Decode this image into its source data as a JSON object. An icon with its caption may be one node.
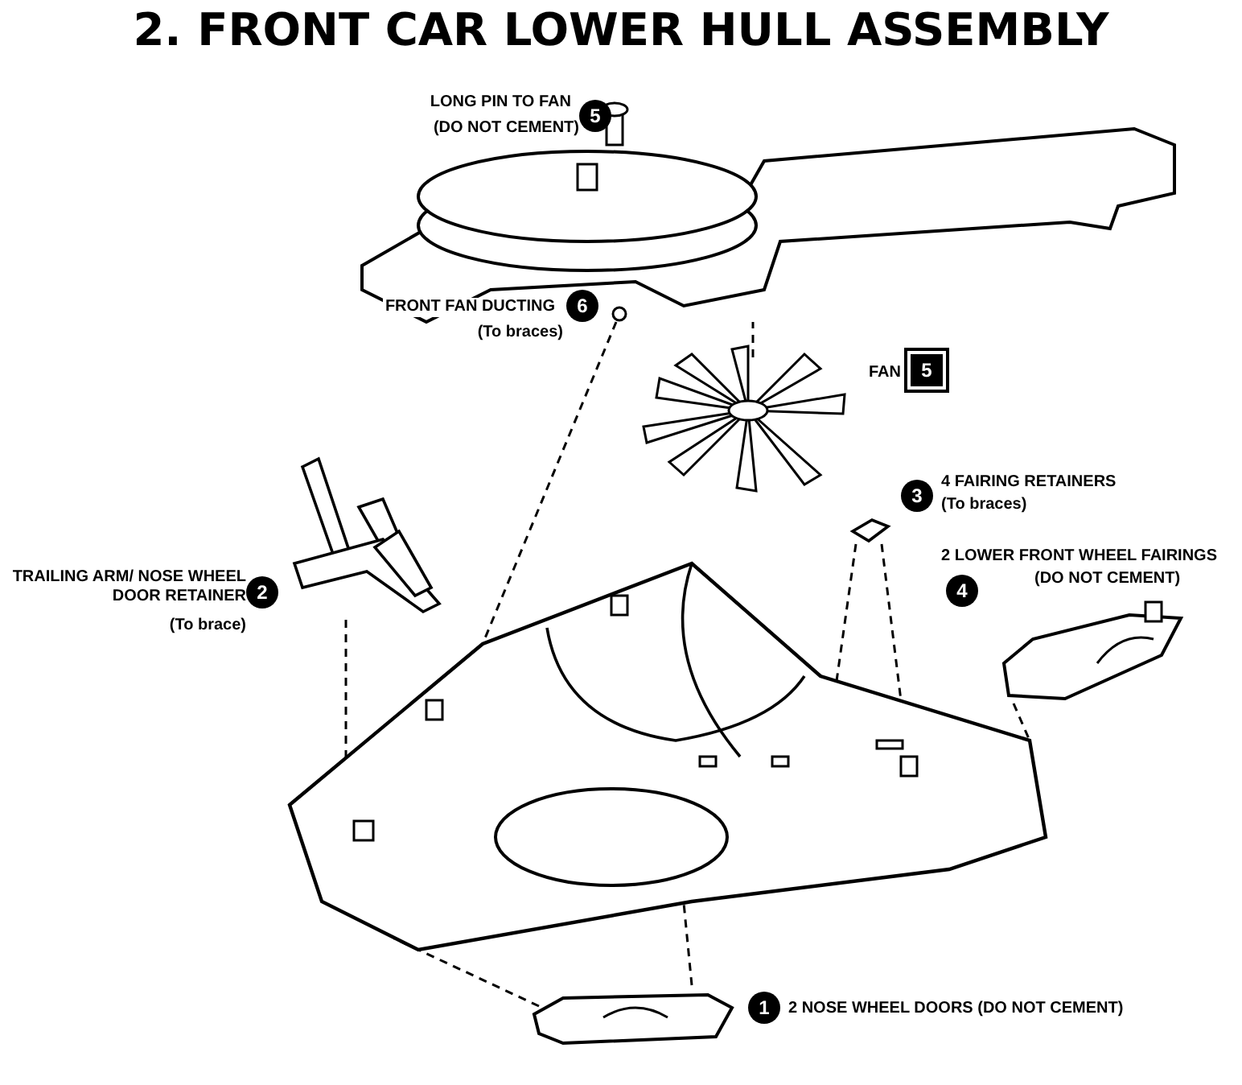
{
  "diagram": {
    "title": "2. FRONT CAR LOWER HULL ASSEMBLY",
    "nodes": [
      {
        "text": [],
        "shape": "cylinder"
      },
      {
        "text": [],
        "shape": "picture"
      },
      {
        "text": [],
        "shape": "picture"
      },
      {
        "text": [],
        "shape": "picture"
      },
      {
        "text": [],
        "shape": "picture"
      },
      {
        "text": [],
        "shape": "picture"
      },
      {
        "text": [],
        "shape": "picture"
      },
      {
        "text": [],
        "shape": "picture"
      }
    ],
    "edges": [
      {
        "from": 2,
        "to": 1,
        "arrow": "none",
        "style": "dashed"
      },
      {
        "from": 1,
        "to": 6,
        "arrow": "none",
        "style": "dashed"
      },
      {
        "from": 3,
        "to": 6,
        "arrow": "none",
        "style": "dashed"
      },
      {
        "from": 4,
        "to": 6,
        "arrow": "none",
        "style": "dashed"
      },
      {
        "from": 4,
        "to": 6,
        "arrow": "none",
        "style": "dashed"
      },
      {
        "from": 5,
        "to": 6,
        "arrow": "none",
        "style": "dashed"
      },
      {
        "from": 7,
        "to": 6,
        "arrow": "none",
        "style": "dashed"
      },
      {
        "from": 7,
        "to": 6,
        "arrow": "none",
        "style": "dashed"
      }
    ],
    "labels": [
      "LONG PIN TO FAN",
      "5",
      "(DO NOT CEMENT)",
      "FRONT FAN DUCTING",
      "6",
      "(To braces)",
      "FAN",
      "5",
      "3",
      "4 FAIRING RETAINERS",
      "(To braces)",
      "2 LOWER FRONT WHEEL FAIRINGS",
      "TRAILING ARM/ NOSE WHEEL DOOR RETAINER",
      "2",
      "4",
      "(DO NOT CEMENT)",
      "(To brace)",
      "1",
      "2 NOSE WHEEL DOORS (DO NOT CEMENT)"
    ]
  }
}
